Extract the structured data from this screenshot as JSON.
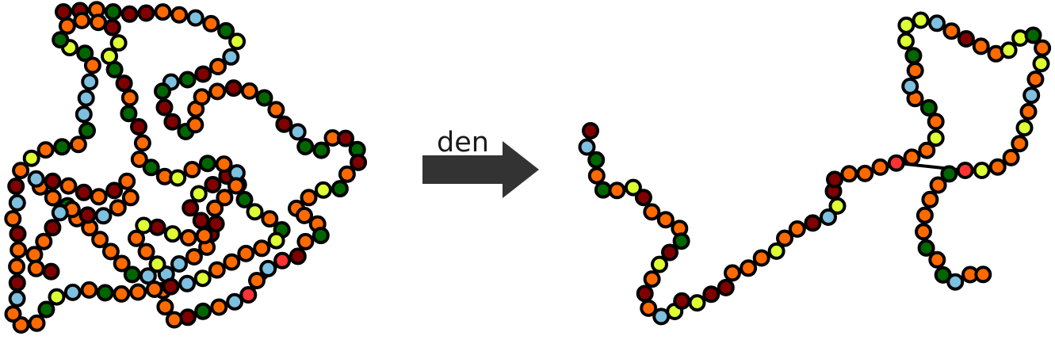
{
  "arrow": {
    "label": "den",
    "color": "#333333"
  },
  "colors": {
    "orange": "#ff6a00",
    "dark-green": "#006600",
    "dark-red": "#800000",
    "light-blue": "#7ec0e0",
    "yellow-green": "#ddff33",
    "crosslink-red": "#ff3333",
    "outline": "#000000"
  },
  "panels": [
    {
      "name": "folded-protein",
      "bead_count": 170,
      "crosslink_count": 2
    },
    {
      "name": "denatured-protein",
      "bead_count": 93,
      "crosslink_count": 2
    }
  ]
}
